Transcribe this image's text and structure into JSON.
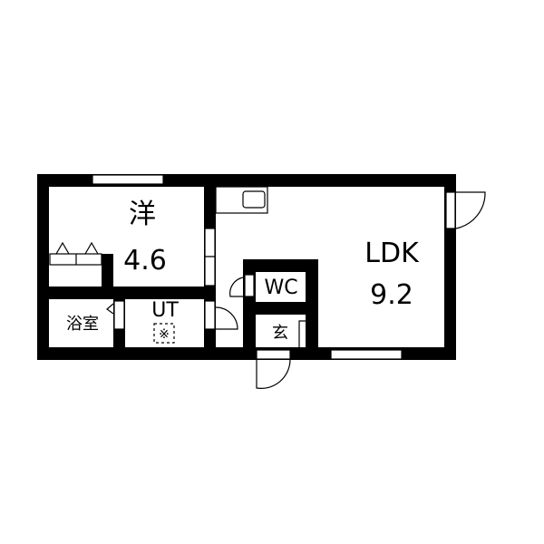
{
  "rooms": {
    "western": {
      "name": "洋",
      "size": "4.6"
    },
    "ldk": {
      "name": "LDK",
      "size": "9.2"
    },
    "wc": {
      "name": "WC"
    },
    "bath": {
      "name": "浴室"
    },
    "utility": {
      "name": "UT"
    },
    "entrance": {
      "name": "玄"
    }
  },
  "colors": {
    "wall": "#000000",
    "floor": "#ffffff"
  }
}
